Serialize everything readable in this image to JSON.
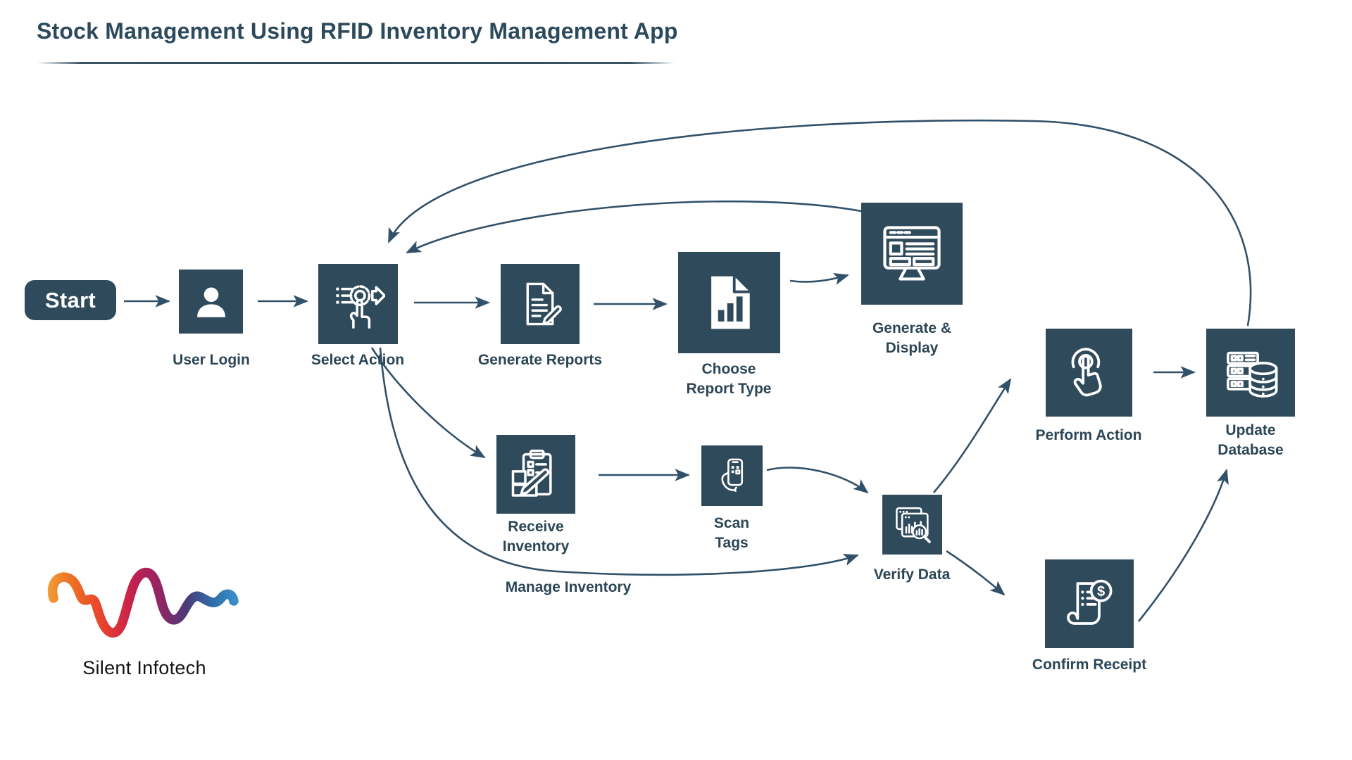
{
  "title": "Stock Management Using RFID Inventory Management App",
  "start": {
    "label": "Start"
  },
  "nodes": [
    {
      "id": "user-login",
      "label": "User Login"
    },
    {
      "id": "select-action",
      "label": "Select Action"
    },
    {
      "id": "generate-reports",
      "label": "Generate Reports"
    },
    {
      "id": "choose-report-type",
      "label": "Choose\nReport Type"
    },
    {
      "id": "generate-display",
      "label": "Generate &\nDisplay"
    },
    {
      "id": "receive-inventory",
      "label": "Receive\nInventory"
    },
    {
      "id": "scan-tags",
      "label": "Scan\nTags"
    },
    {
      "id": "verify-data",
      "label": "Verify Data"
    },
    {
      "id": "perform-action",
      "label": "Perform Action"
    },
    {
      "id": "update-database",
      "label": "Update\nDatabase"
    },
    {
      "id": "confirm-receipt",
      "label": "Confirm Receipt"
    }
  ],
  "edge_label": "Manage Inventory",
  "edges": [
    {
      "from": "start",
      "to": "user-login"
    },
    {
      "from": "user-login",
      "to": "select-action"
    },
    {
      "from": "select-action",
      "to": "generate-reports"
    },
    {
      "from": "generate-reports",
      "to": "choose-report-type"
    },
    {
      "from": "choose-report-type",
      "to": "generate-display"
    },
    {
      "from": "generate-display",
      "to": "select-action"
    },
    {
      "from": "select-action",
      "to": "receive-inventory"
    },
    {
      "from": "select-action",
      "to": "verify-data",
      "label": "Manage Inventory"
    },
    {
      "from": "receive-inventory",
      "to": "scan-tags"
    },
    {
      "from": "scan-tags",
      "to": "verify-data"
    },
    {
      "from": "verify-data",
      "to": "perform-action"
    },
    {
      "from": "verify-data",
      "to": "confirm-receipt"
    },
    {
      "from": "perform-action",
      "to": "update-database"
    },
    {
      "from": "confirm-receipt",
      "to": "update-database"
    },
    {
      "from": "update-database",
      "to": "select-action"
    }
  ],
  "logo": {
    "text": "Silent Infotech",
    "gradient": [
      "#F2A93B",
      "#EE7024",
      "#E8402F",
      "#C2204E",
      "#8F2566",
      "#4A3A78",
      "#2F6CA8",
      "#3FA0D9"
    ]
  },
  "colors": {
    "node_fill": "#2F4A5B",
    "arrow": "#315069",
    "label_text": "#2C4656",
    "title_text": "#2C4A5C",
    "icon_stroke": "#FFFFFF"
  }
}
